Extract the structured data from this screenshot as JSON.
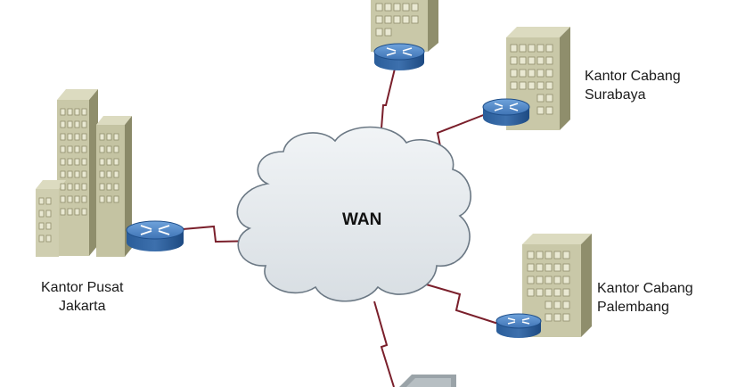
{
  "cloud": {
    "label": "WAN",
    "icon": "cloud-icon"
  },
  "sites": {
    "pusat": {
      "line1": "Kantor Pusat",
      "line2": "Jakarta",
      "icon": "office-building-icon"
    },
    "surabaya": {
      "line1": "Kantor Cabang",
      "line2": "Surabaya",
      "icon": "office-building-icon"
    },
    "palembang": {
      "line1": "Kantor Cabang",
      "line2": "Palembang",
      "icon": "office-building-icon"
    }
  },
  "colors": {
    "building_face": "#c9c8a8",
    "building_side": "#8f8e6c",
    "window": "#e9e8d2",
    "router_top": "#4f86c6",
    "router_side": "#1f4f8a",
    "link": "#7a1f2b",
    "cloud_fill": "#e6ebef",
    "cloud_stroke": "#6b7884"
  }
}
